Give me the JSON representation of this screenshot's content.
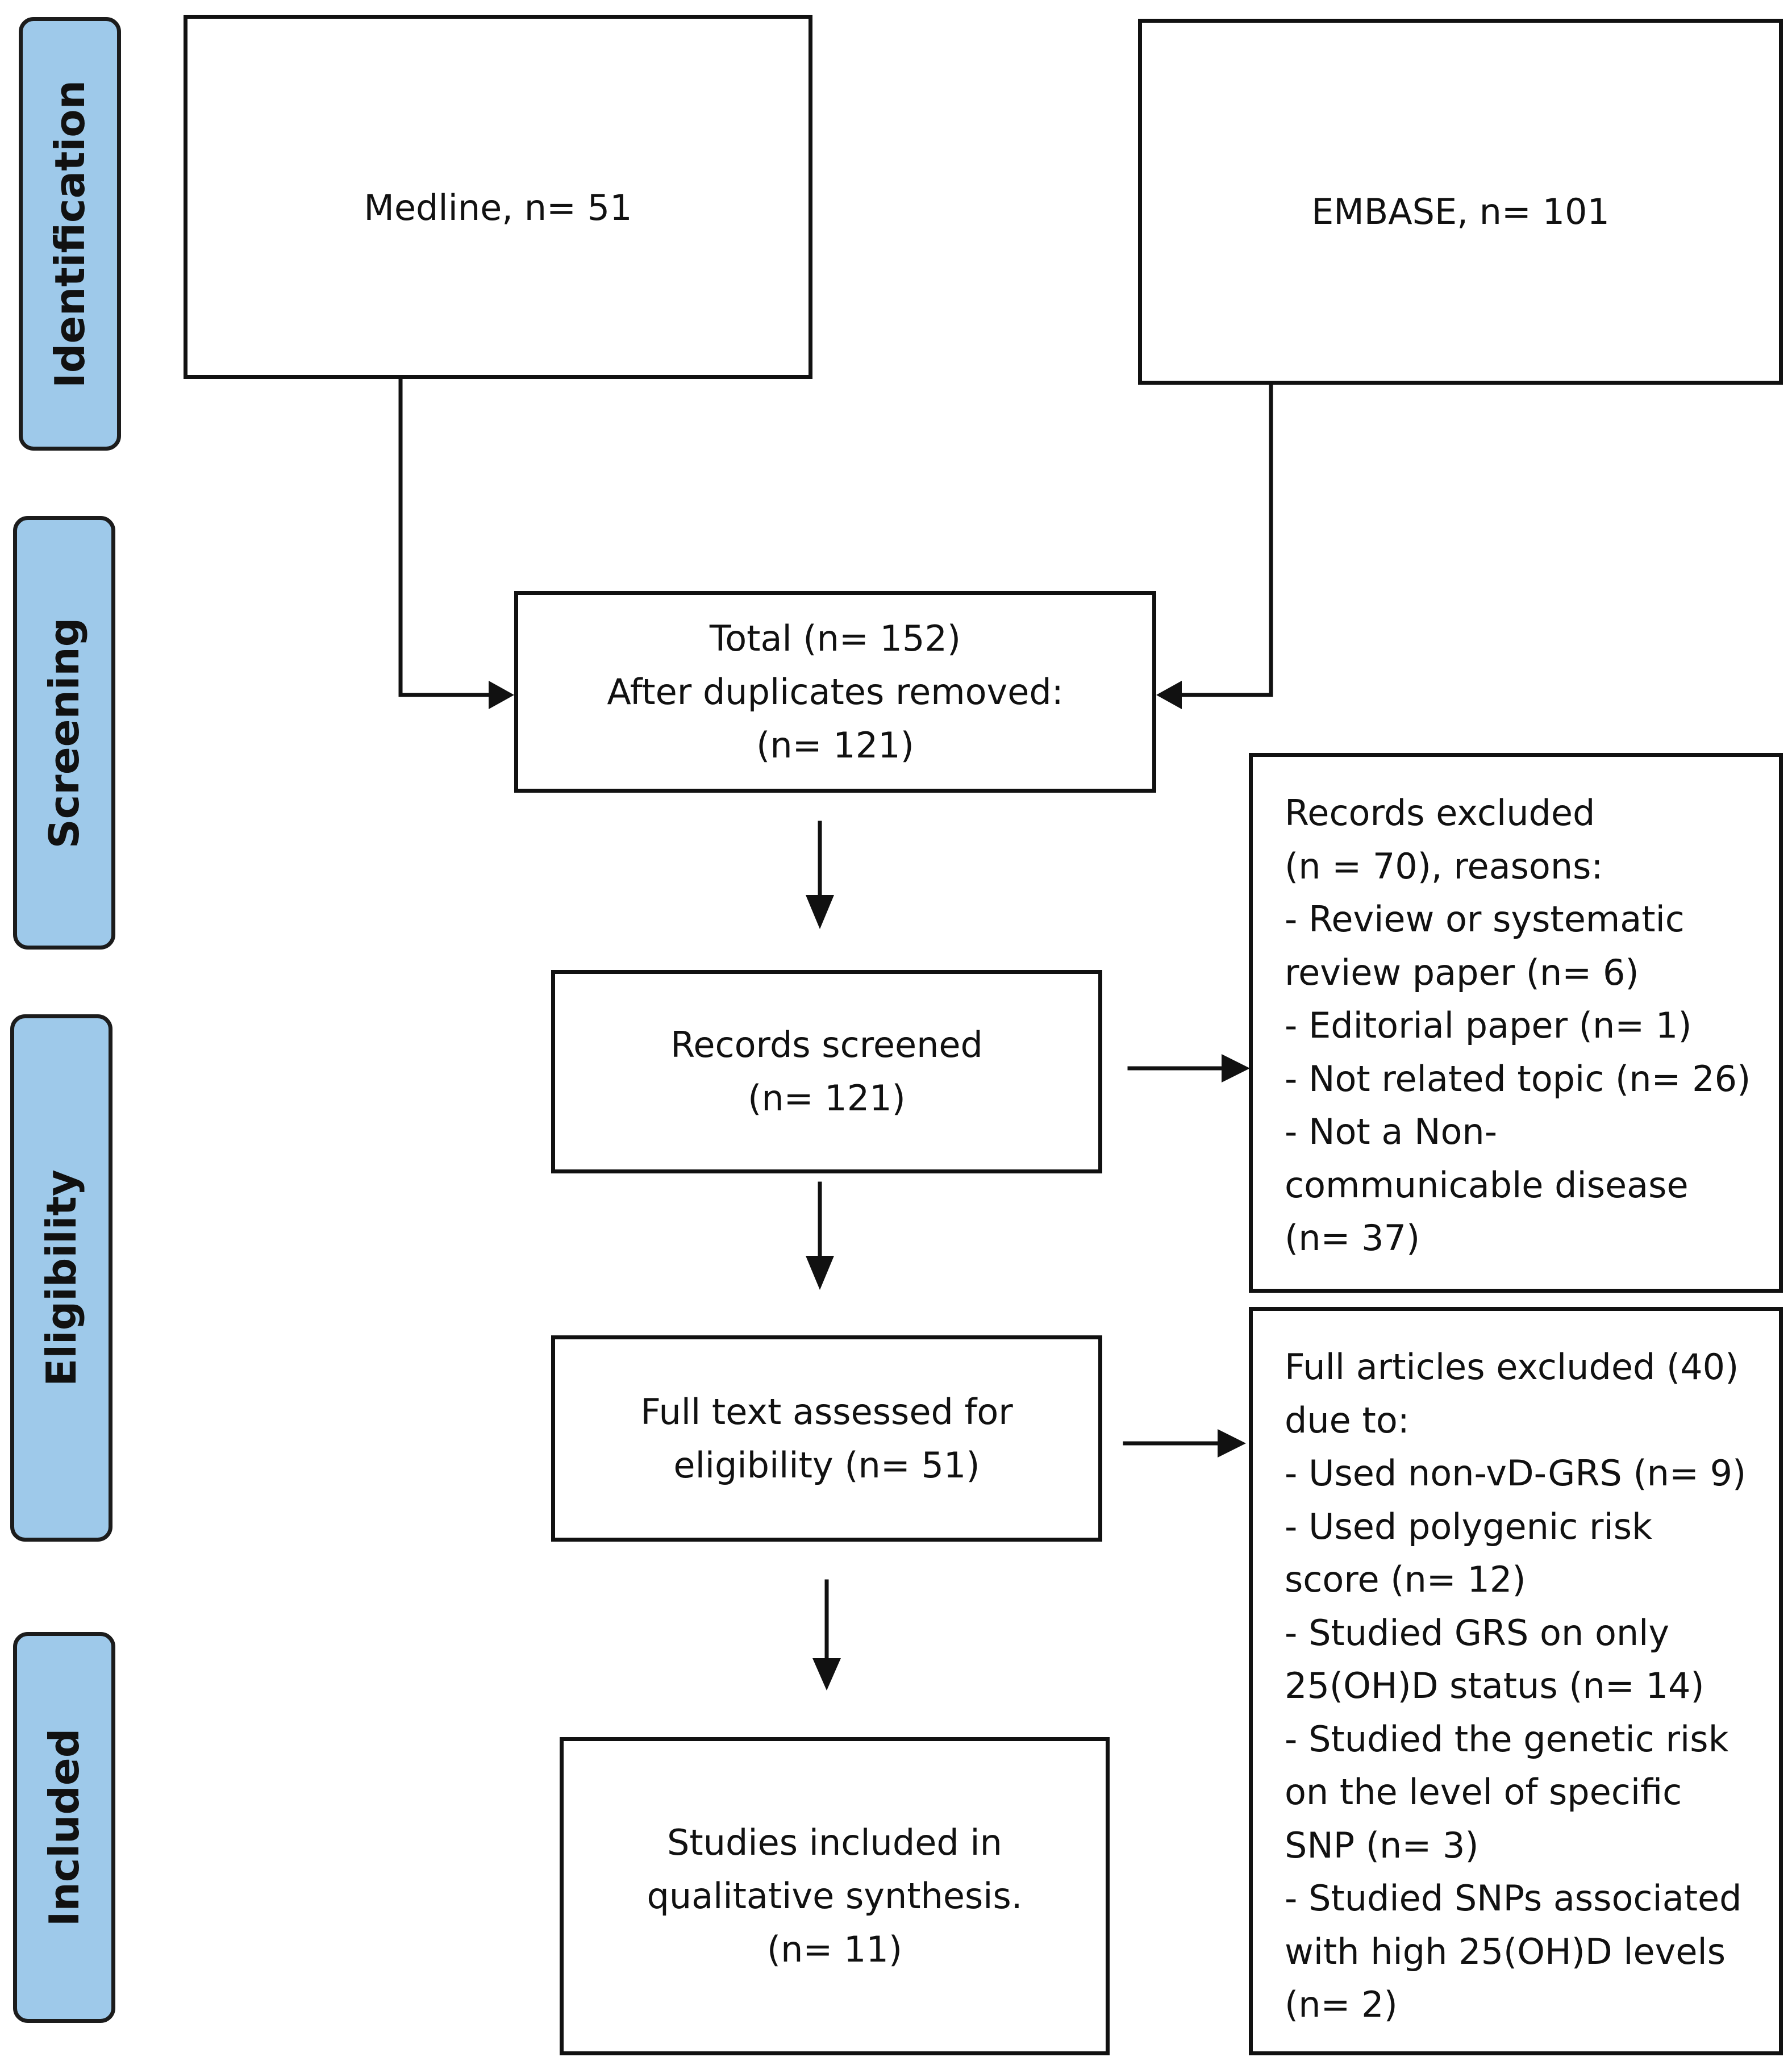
{
  "stages": [
    {
      "id": "identification",
      "label": "Identification"
    },
    {
      "id": "screening",
      "label": "Screening"
    },
    {
      "id": "eligibility",
      "label": "Eligibility"
    },
    {
      "id": "included",
      "label": "Included"
    }
  ],
  "boxes": {
    "medline": {
      "lines": [
        "Medline, n= 51"
      ]
    },
    "embase": {
      "lines": [
        "EMBASE, n= 101"
      ]
    },
    "total": {
      "lines": [
        "Total (n= 152)",
        "After duplicates removed:",
        "(n= 121)"
      ]
    },
    "screened": {
      "lines": [
        "Records screened",
        "(n= 121)"
      ]
    },
    "fulltext": {
      "lines": [
        "Full text assessed for",
        "eligibility (n= 51)"
      ]
    },
    "included": {
      "lines": [
        "Studies included in",
        "qualitative synthesis.",
        "(n= 11)"
      ]
    },
    "records_excluded": {
      "lines": [
        "Records excluded",
        "(n = 70), reasons:",
        "- Review or systematic",
        "review paper (n= 6)",
        "- Editorial paper (n= 1)",
        "- Not related topic (n= 26)",
        "- Not a Non-",
        "communicable disease",
        "(n= 37)"
      ]
    },
    "articles_excluded": {
      "lines": [
        "Full articles excluded (40)",
        "due to:",
        "- Used non-vD-GRS (n= 9)",
        "- Used polygenic risk",
        "score (n= 12)",
        "- Studied GRS on only",
        "25(OH)D status (n= 14)",
        "- Studied the genetic risk",
        "on the level of specific",
        "SNP (n= 3)",
        "- Studied SNPs associated",
        "with high 25(OH)D levels",
        "(n= 2)"
      ]
    }
  }
}
